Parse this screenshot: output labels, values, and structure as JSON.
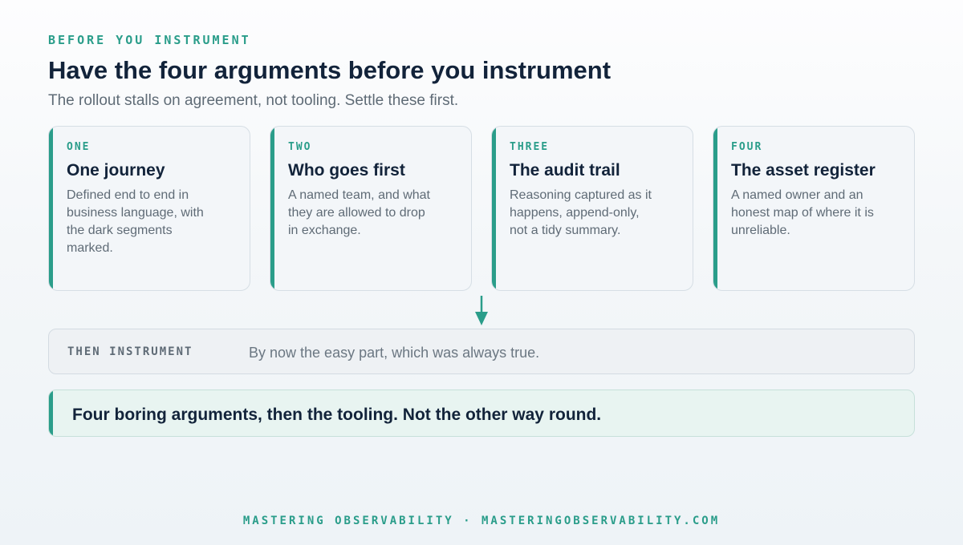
{
  "header": {
    "eyebrow": "BEFORE YOU INSTRUMENT",
    "title": "Have the four arguments before you instrument",
    "subtitle": "The rollout stalls on agreement, not tooling. Settle these first."
  },
  "cards": [
    {
      "number": "ONE",
      "title": "One journey",
      "body": "Defined end to end in business language, with the dark segments marked."
    },
    {
      "number": "TWO",
      "title": "Who goes first",
      "body": "A named team, and what they are allowed to drop in exchange."
    },
    {
      "number": "THREE",
      "title": "The audit trail",
      "body": "Reasoning captured as it happens, append-only, not a tidy summary."
    },
    {
      "number": "FOUR",
      "title": "The asset register",
      "body": "A named owner and an honest map of where it is unreliable."
    }
  ],
  "then": {
    "label": "THEN INSTRUMENT",
    "text": "By now the easy part, which was always true."
  },
  "conclusion": "Four boring arguments, then the tooling. Not the other way round.",
  "footer": "MASTERING OBSERVABILITY · MASTERINGOBSERVABILITY.COM",
  "icons": {
    "flow_arrow": "arrow-down-icon"
  },
  "colors": {
    "accent": "#2a9d8a",
    "title": "#12233a",
    "muted": "#5f6b76"
  }
}
